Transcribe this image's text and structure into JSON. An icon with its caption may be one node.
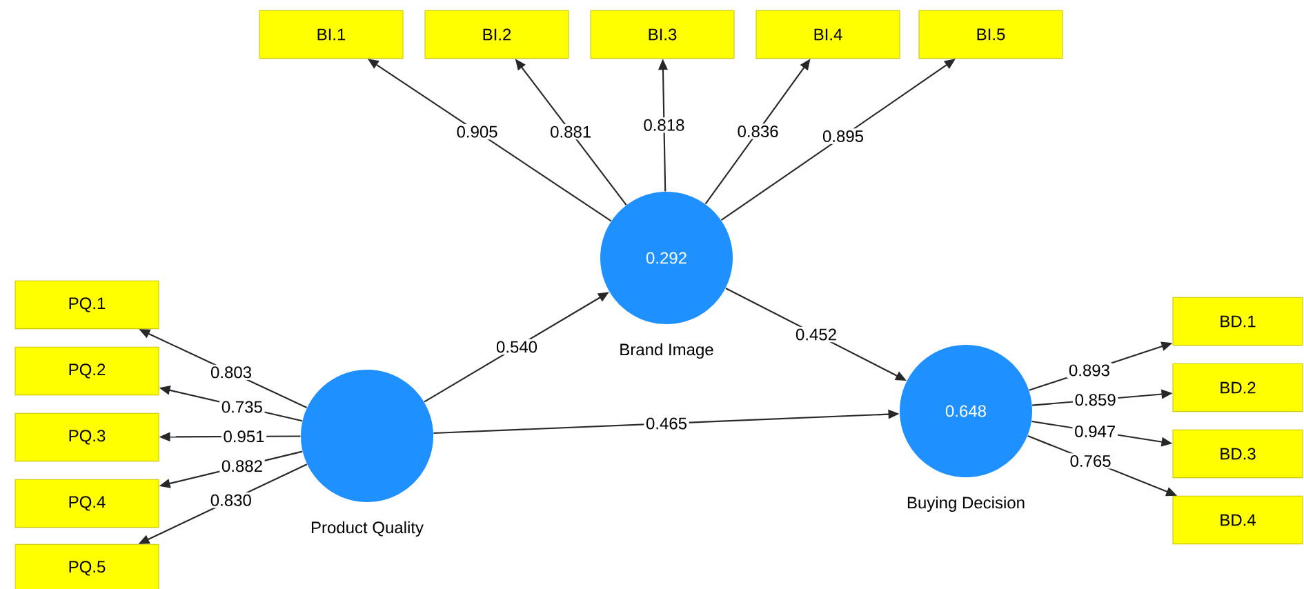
{
  "diagram": {
    "nodes": [
      {
        "text": [
          "BI.1"
        ]
      },
      {
        "text": [
          "BI.2"
        ]
      },
      {
        "text": [
          "BI.3"
        ]
      },
      {
        "text": [
          "BI.4"
        ]
      },
      {
        "text": [
          "BI.5"
        ]
      },
      {
        "text": [
          "0.292",
          "Brand Image"
        ]
      },
      {
        "text": [
          "PQ.1"
        ]
      },
      {
        "text": [
          "PQ.2"
        ]
      },
      {
        "text": [
          "PQ.3"
        ]
      },
      {
        "text": [
          "PQ.4"
        ]
      },
      {
        "text": [
          "PQ.5"
        ]
      },
      {
        "text": [
          "Product Quality"
        ]
      },
      {
        "text": [
          "0.648",
          "Buying Decision"
        ]
      },
      {
        "text": [
          "BD.1"
        ]
      },
      {
        "text": [
          "BD.2"
        ]
      },
      {
        "text": [
          "BD.3"
        ]
      },
      {
        "text": [
          "BD.4"
        ]
      }
    ],
    "edges": [
      {
        "from": 5,
        "to": 0,
        "arrow": "to",
        "label": "0.905"
      },
      {
        "from": 5,
        "to": 1,
        "arrow": "to",
        "label": "0.881"
      },
      {
        "from": 5,
        "to": 2,
        "arrow": "to",
        "label": "0.818"
      },
      {
        "from": 5,
        "to": 3,
        "arrow": "to",
        "label": "0.836"
      },
      {
        "from": 5,
        "to": 4,
        "arrow": "to",
        "label": "0.895"
      },
      {
        "from": 11,
        "to": 6,
        "arrow": "to",
        "label": "0.803"
      },
      {
        "from": 11,
        "to": 7,
        "arrow": "to",
        "label": "0.735"
      },
      {
        "from": 11,
        "to": 8,
        "arrow": "to",
        "label": "0.951"
      },
      {
        "from": 11,
        "to": 9,
        "arrow": "to",
        "label": "0.882"
      },
      {
        "from": 11,
        "to": 10,
        "arrow": "to",
        "label": "0.830"
      },
      {
        "from": 11,
        "to": 5,
        "arrow": "to",
        "label": "0.540"
      },
      {
        "from": 5,
        "to": 12,
        "arrow": "to",
        "label": "0.452"
      },
      {
        "from": 11,
        "to": 12,
        "arrow": "to",
        "label": "0.465"
      },
      {
        "from": 12,
        "to": 13,
        "arrow": "to",
        "label": "0.893"
      },
      {
        "from": 12,
        "to": 14,
        "arrow": "to",
        "label": "0.859"
      },
      {
        "from": 12,
        "to": 15,
        "arrow": "to",
        "label": "0.947"
      },
      {
        "from": 12,
        "to": 16,
        "arrow": "to",
        "label": "0.765"
      }
    ]
  }
}
